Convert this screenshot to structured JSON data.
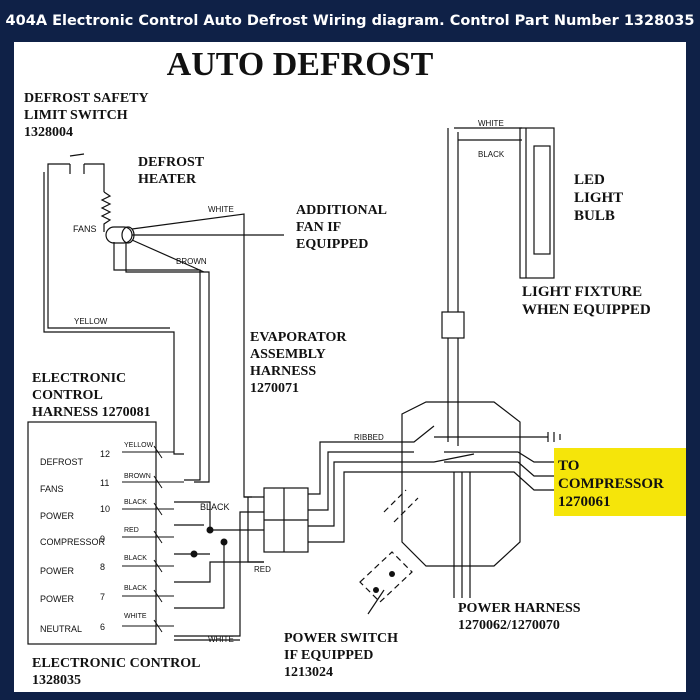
{
  "header": {
    "banner": "404A Electronic Control Auto Defrost Wiring diagram. Control Part Number 1328035"
  },
  "diagram": {
    "title": "AUTO DEFROST",
    "safety_switch": [
      "DEFROST SAFETY",
      "LIMIT SWITCH",
      "1328004"
    ],
    "defrost_heater": [
      "DEFROST",
      "HEATER"
    ],
    "additional_fan": [
      "ADDITIONAL",
      "FAN IF",
      "EQUIPPED"
    ],
    "fans_label": "FANS",
    "led_bulb": [
      "LED",
      "LIGHT",
      "BULB"
    ],
    "light_fixture": [
      "LIGHT FIXTURE",
      "WHEN EQUIPPED"
    ],
    "evaporator_harness": [
      "EVAPORATOR",
      "ASSEMBLY",
      "HARNESS",
      "1270071"
    ],
    "electronic_control_harness": [
      "ELECTRONIC",
      "CONTROL",
      "HARNESS 1270081"
    ],
    "to_compressor": [
      "TO",
      "COMPRESSOR",
      "1270061"
    ],
    "power_harness": [
      "POWER HARNESS",
      "1270062/1270070"
    ],
    "power_switch": [
      "POWER SWITCH",
      "IF EQUIPPED",
      "1213024"
    ],
    "electronic_control": [
      "ELECTRONIC CONTROL",
      "1328035"
    ],
    "wire_labels": {
      "white_top": "WHITE",
      "brown": "BROWN",
      "yellow": "YELLOW",
      "white_fixture": "WHITE",
      "black_fixture": "BLACK",
      "ribbed": "RIBBED",
      "black_junction": "BLACK",
      "red": "RED",
      "white_bottom": "WHITE"
    },
    "terminals": [
      {
        "name": "DEFROST",
        "num": "12",
        "wire": "YELLOW"
      },
      {
        "name": "FANS",
        "num": "11",
        "wire": "BROWN"
      },
      {
        "name": "POWER",
        "num": "10",
        "wire": "BLACK"
      },
      {
        "name": "COMPRESSOR",
        "num": "9",
        "wire": "RED"
      },
      {
        "name": "POWER",
        "num": "8",
        "wire": "BLACK"
      },
      {
        "name": "POWER",
        "num": "7",
        "wire": "BLACK"
      },
      {
        "name": "NEUTRAL",
        "num": "6",
        "wire": "WHITE"
      }
    ],
    "highlight_color": "#f5e50a",
    "background_color": "#0f2147"
  }
}
